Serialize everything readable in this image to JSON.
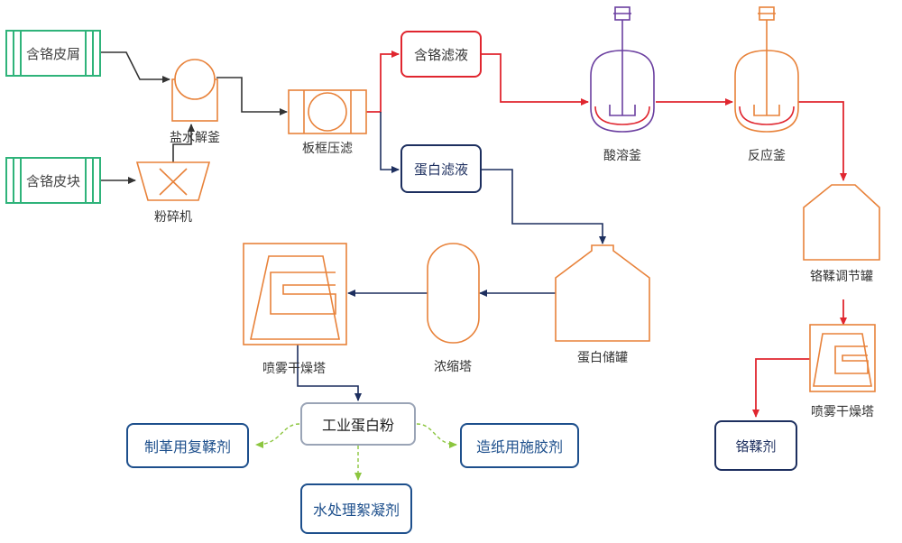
{
  "labels": {
    "raw_scrap": "含铬皮屑",
    "raw_block": "含铬皮块",
    "hydrolysis_kettle": "盐水解釜",
    "crusher": "粉碎机",
    "plate_press": "板框压滤",
    "chrome_filtrate": "含铬滤液",
    "protein_filtrate": "蛋白滤液",
    "acid_tank": "酸溶釜",
    "reactor": "反应釜",
    "tanning_tank": "铬鞣调节罐",
    "spray_tower_right": "喷雾干燥塔",
    "chrome_tanning_agent": "铬鞣剂",
    "protein_tank": "蛋白储罐",
    "concentrator": "浓缩塔",
    "spray_tower_left": "喷雾干燥塔",
    "industrial_protein": "工业蛋白粉",
    "leather_agent": "制革用复鞣剂",
    "paper_agent": "造纸用施胶剂",
    "water_agent": "水处理絮凝剂"
  },
  "colors": {
    "green": "#2fb37a",
    "orange": "#e8823a",
    "red": "#e0262f",
    "navy": "#1d2f5f",
    "purple": "#6b3fa0",
    "blue": "#1d4f8c",
    "gray": "#9aa4b6",
    "light_green": "#8cc63f"
  }
}
